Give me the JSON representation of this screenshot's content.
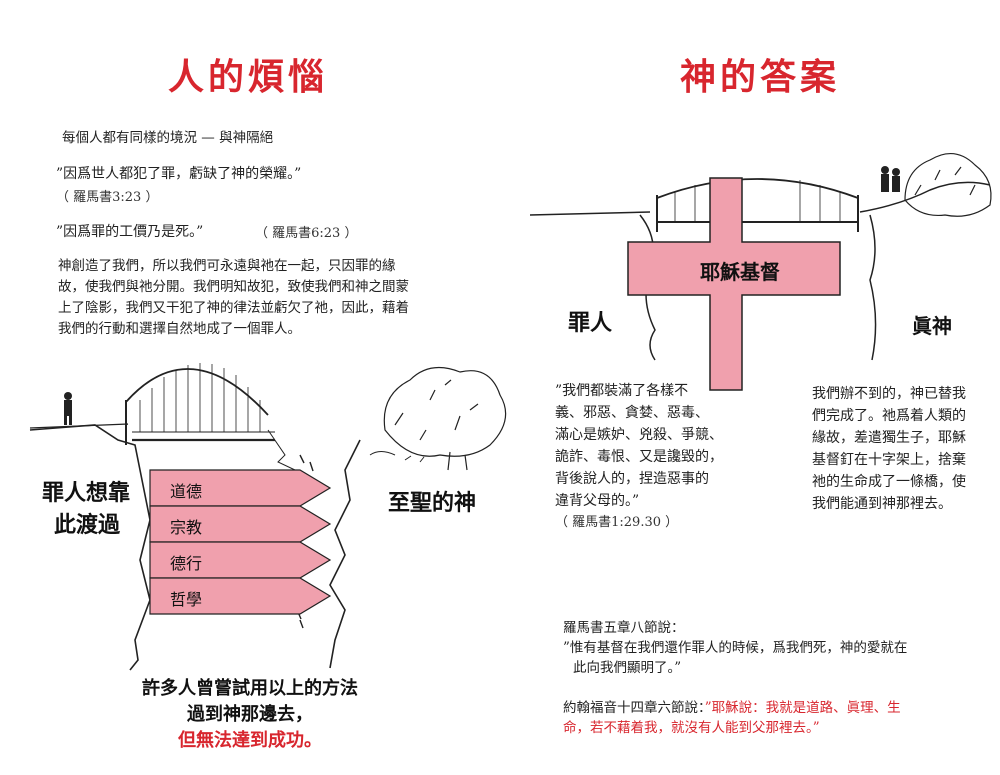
{
  "left": {
    "title": "人的煩惱",
    "intro": "每個人都有同樣的境況 — 與神隔絕",
    "quote1": "”因爲世人都犯了罪，虧缺了神的榮耀。”",
    "quote1_ref": "（ 羅馬書3:23 ）",
    "quote2": "”因爲罪的工價乃是死。”",
    "quote2_ref": "（ 羅馬書6:23 ）",
    "paragraph_lines": [
      "神創造了我們，所以我們可永遠與祂在一起，只因罪的緣",
      "故，使我們與祂分開。我們明知故犯，致使我們和神之間蒙",
      "上了陰影，我們又干犯了神的律法並虧欠了祂，因此，藉着",
      "我們的行動和選擇自然地成了一個罪人。"
    ],
    "sinner_label_1": "罪人想靠",
    "sinner_label_2": "此渡過",
    "holy_god_label": "至聖的神",
    "arrows": [
      "道德",
      "宗教",
      "德行",
      "哲學"
    ],
    "conclusion_1": "許多人曾嘗試用以上的方法",
    "conclusion_2": "過到神那邊去，",
    "conclusion_3": "但無法達到成功。"
  },
  "right": {
    "title": "神的答案",
    "cross_label": "耶穌基督",
    "sinner_label": "罪人",
    "true_god_label": "眞神",
    "quote_lines": [
      "”我們都裝滿了各樣不",
      "義、邪惡、貪婪、惡毒、",
      "滿心是嫉妒、兇殺、爭競、",
      "詭詐、毒恨、又是讒毀的，",
      "背後說人的，捏造惡事的",
      "違背父母的。”"
    ],
    "quote_ref": "（ 羅馬書1:29.30 ）",
    "answer_lines": [
      "我們辦不到的，神已替我",
      "們完成了。祂爲着人類的",
      "緣故，差遣獨生子，耶穌",
      "基督釘在十字架上，捨棄",
      "祂的生命成了一條橋，使",
      "我們能通到神那裡去。"
    ],
    "romans_intro": "羅馬書五章八節說：",
    "romans_line1": "”惟有基督在我們還作罪人的時候，爲我們死，神的愛就在",
    "romans_line2": "此向我們顯明了。”",
    "john_intro": "約翰福音十四章六節說：",
    "john_line1": "”耶穌說：我就是道路、眞理、生",
    "john_line2": "命，若不藉着我，就沒有人能到父那裡去。”"
  },
  "colors": {
    "title_red": "#d8262e",
    "pink": "#f0a0ad",
    "ink": "#1a1a1a"
  }
}
